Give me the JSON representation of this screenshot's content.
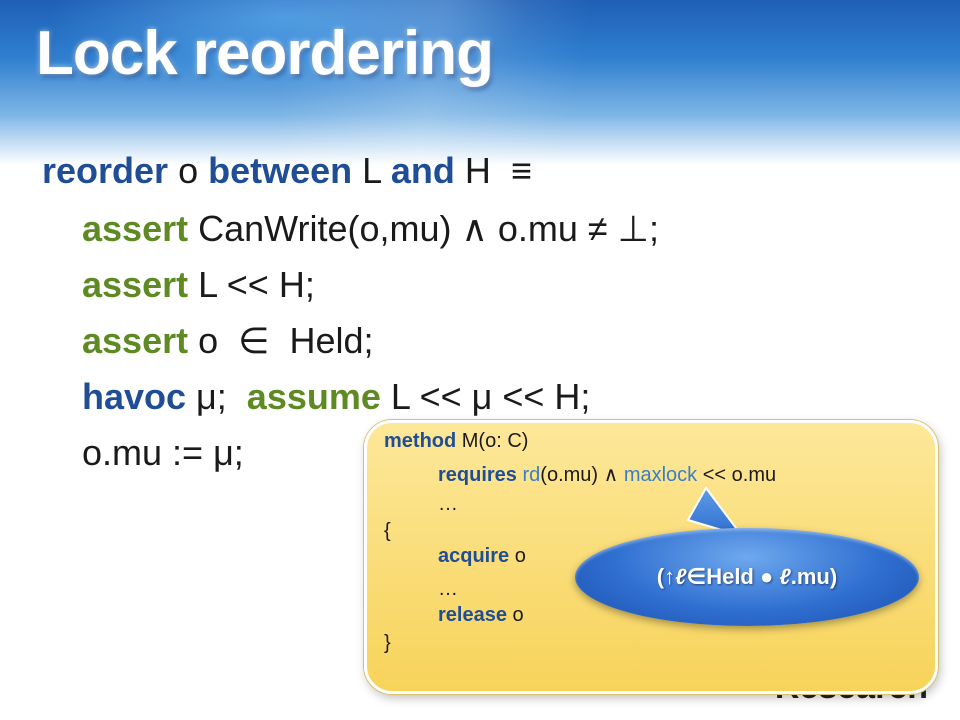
{
  "slide": {
    "title": "Lock reordering",
    "branding": "Research"
  },
  "definition": {
    "line1": {
      "kw_reorder": "reorder",
      "o": " o ",
      "kw_between": "between",
      "L": " L ",
      "kw_and": "and",
      "rest": " H  ≡"
    },
    "line2": {
      "kw": "assert",
      "rest": " CanWrite(o,mu) ∧ o.mu ≠ ⊥;"
    },
    "line3": {
      "kw": "assert",
      "rest": " L << H;"
    },
    "line4": {
      "kw": "assert",
      "rest": " o  ∈  Held;"
    },
    "line5": {
      "kw_havoc": "havoc",
      "mid": " μ;  ",
      "kw_assume": "assume",
      "rest": " L << μ << H;"
    },
    "line6": {
      "text": "o.mu := μ;"
    }
  },
  "callout": {
    "c1_kw": "method",
    "c1_rest": " M(o: C)",
    "c2_kw": "requires",
    "c2_rd": " rd",
    "c2_mid": "(o.mu) ∧ ",
    "c2_maxlock": "maxlock",
    "c2_rest": " << o.mu",
    "c3": "…",
    "c4": "{",
    "c5_kw": "acquire",
    "c5_rest": " o",
    "c6": "…",
    "c7_kw": "release",
    "c7_rest": " o",
    "c8": "}"
  },
  "bubble": {
    "open": "(↑",
    "l1": "ℓ",
    "held": "∈Held ● ",
    "l2": "ℓ",
    "close": ".mu)"
  },
  "colors": {
    "keyword_blue": "#1f4e96",
    "keyword_green": "#5e8a23",
    "callout_yellow": "#f7d35a",
    "bubble_blue": "#2f6fd0"
  }
}
